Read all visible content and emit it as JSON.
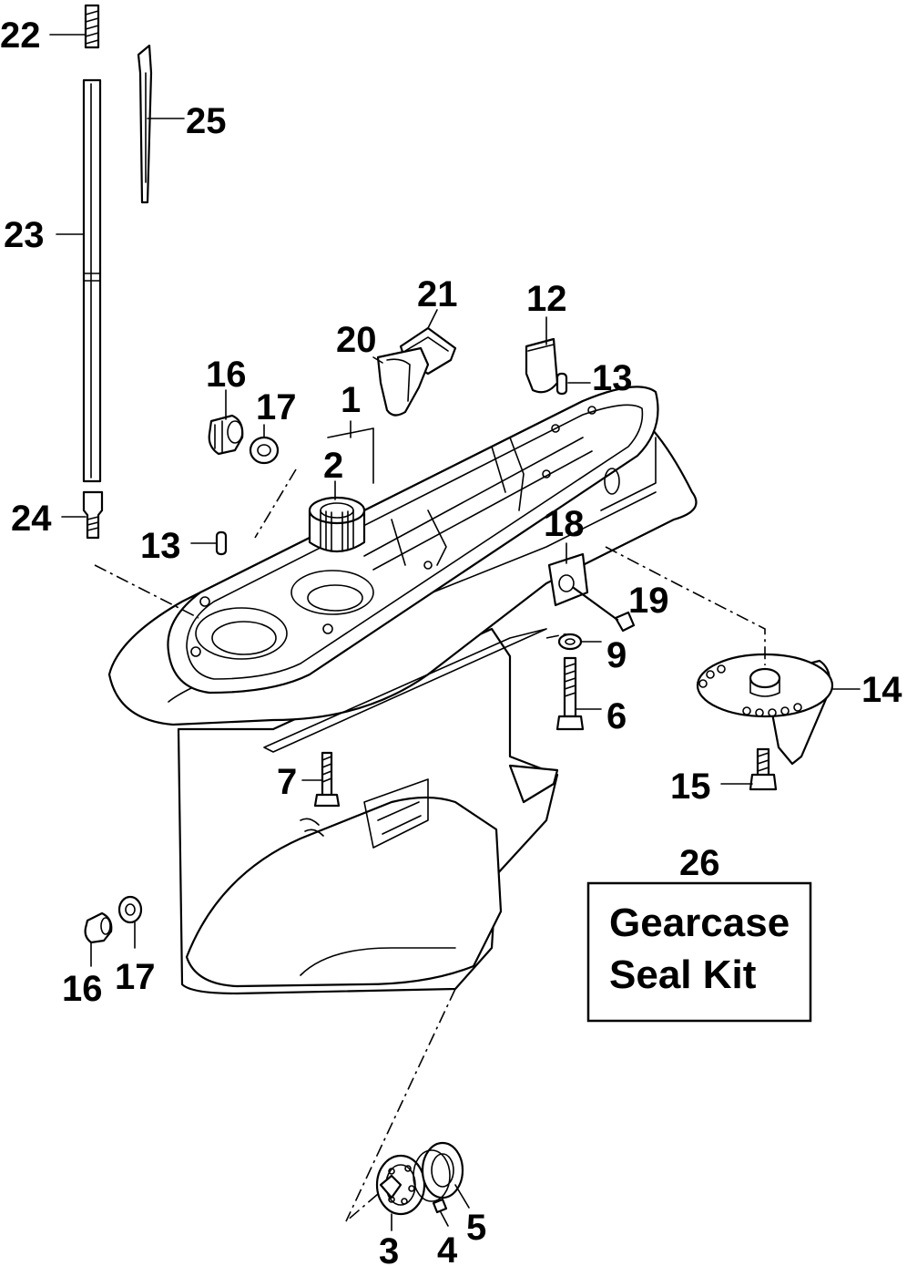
{
  "labels": {
    "p1": "1",
    "p2": "2",
    "p3": "3",
    "p4": "4",
    "p5": "5",
    "p6": "6",
    "p7": "7",
    "p9": "9",
    "p12": "12",
    "p13a": "13",
    "p13b": "13",
    "p14": "14",
    "p15": "15",
    "p16a": "16",
    "p16b": "16",
    "p17a": "17",
    "p17b": "17",
    "p18": "18",
    "p19": "19",
    "p20": "20",
    "p21": "21",
    "p22": "22",
    "p23": "23",
    "p24": "24",
    "p25": "25",
    "p26": "26"
  },
  "kit": {
    "line1": "Gearcase",
    "line2": "Seal Kit"
  }
}
